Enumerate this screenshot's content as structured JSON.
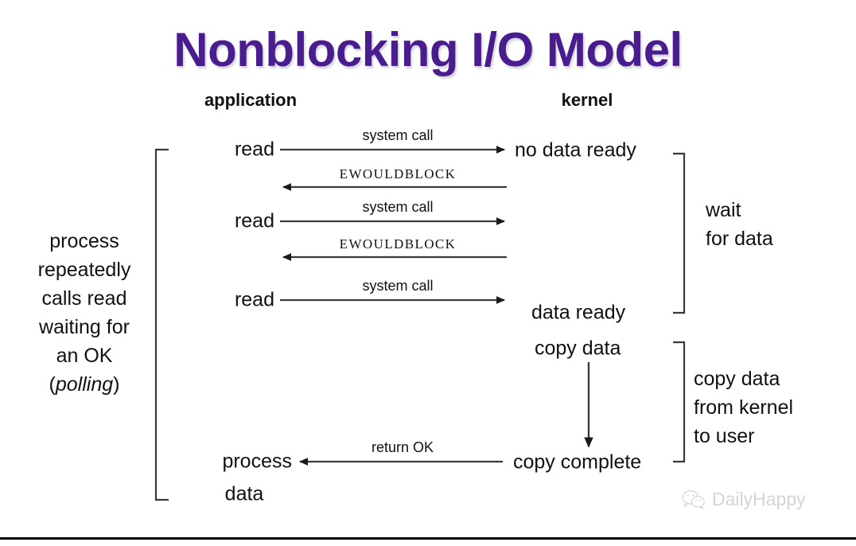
{
  "title": "Nonblocking I/O Model",
  "columns": {
    "application": "application",
    "kernel": "kernel"
  },
  "left_note": {
    "lines": [
      "process",
      "repeatedly",
      "calls read",
      "waiting for",
      "an OK"
    ],
    "italic_word": "polling",
    "paren_open": "(",
    "paren_close": ")"
  },
  "app_calls": {
    "read_1": "read",
    "read_2": "read",
    "read_3": "read",
    "process": "process",
    "data": "data"
  },
  "kernel_states": {
    "no_data_ready": "no data ready",
    "data_ready": "data ready",
    "copy_data": "copy data",
    "copy_complete": "copy complete"
  },
  "edge_labels": {
    "syscall_1": "system call",
    "ewouldblock_1": "EWOULDBLOCK",
    "syscall_2": "system call",
    "ewouldblock_2": "EWOULDBLOCK",
    "syscall_3": "system call",
    "return_ok": "return OK"
  },
  "bracket_labels": {
    "wait_line1": "wait",
    "wait_line2": "for data",
    "copy_line1": "copy data",
    "copy_line2": "from kernel",
    "copy_line3": "to user"
  },
  "watermark": {
    "text": "DailyHappy",
    "icon": "wechat-icon"
  },
  "colors": {
    "title_purple": "#4a1d8f",
    "ink": "#111111",
    "stroke": "#3a3a3a",
    "watermark_gray": "#d4d4d4",
    "background": "#ffffff"
  }
}
